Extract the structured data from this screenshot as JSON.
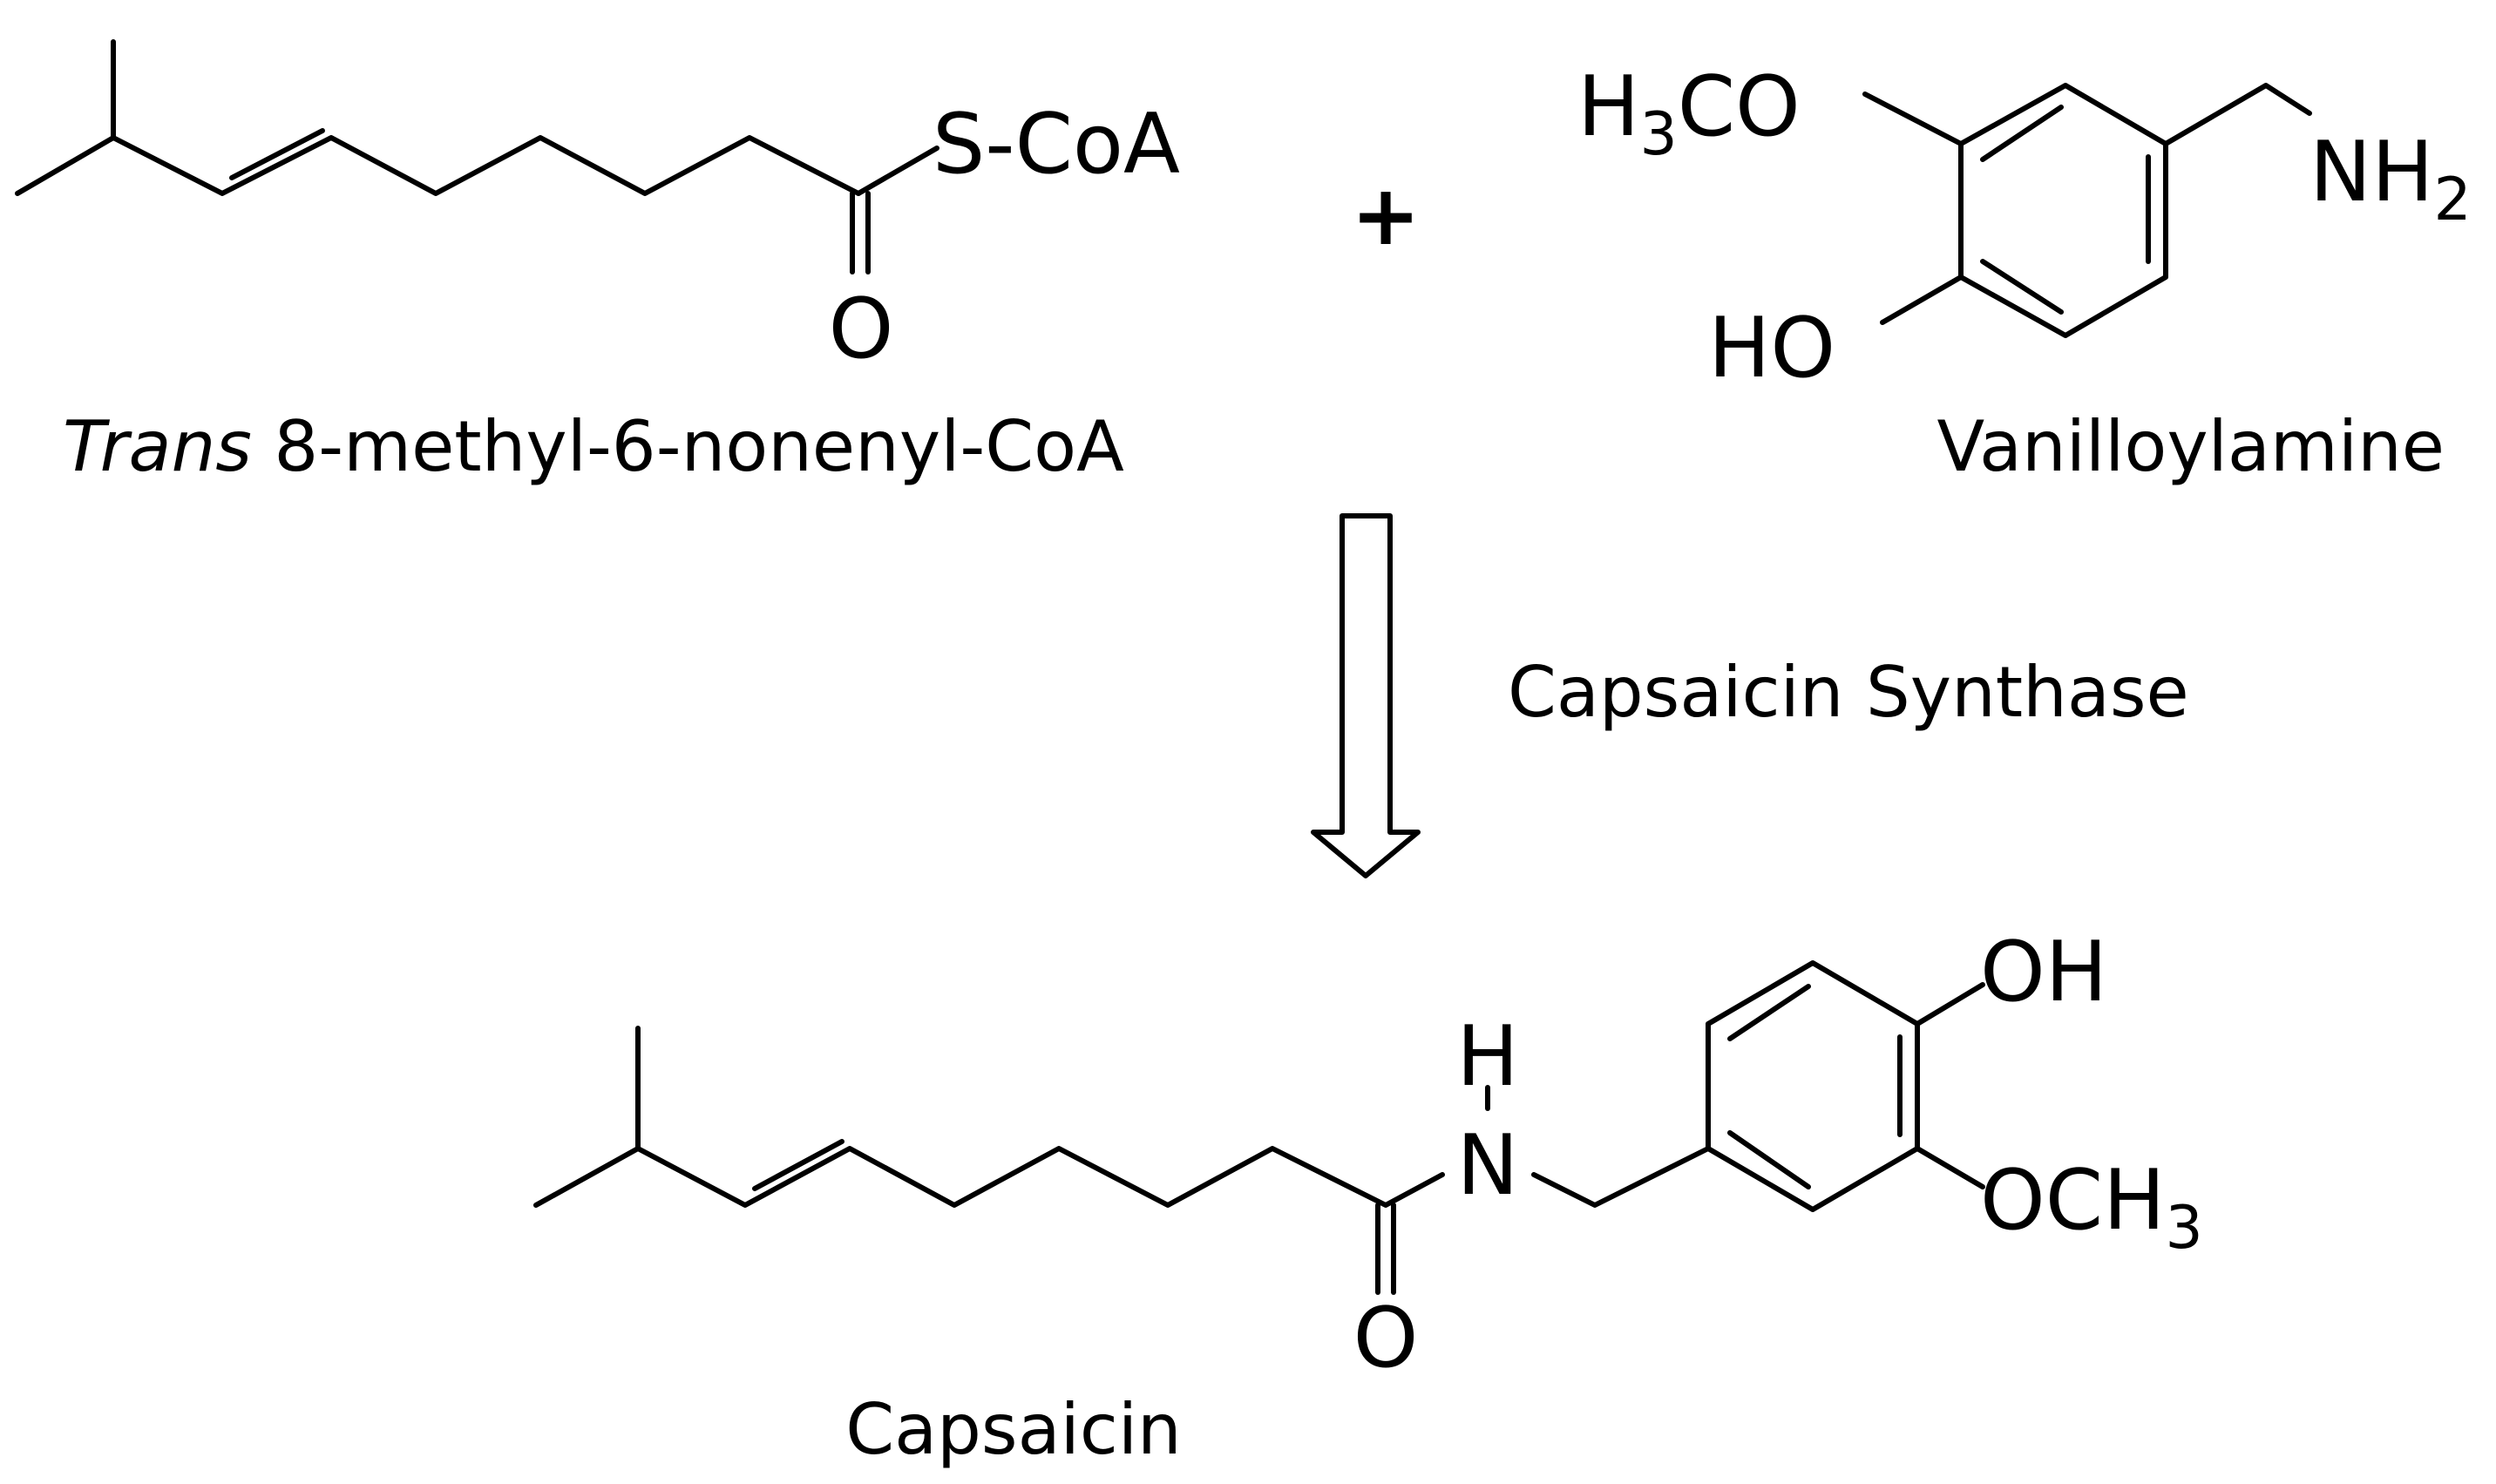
{
  "reactant1": {
    "thioester_group": "S-CoA",
    "carbonyl_oxygen": "O",
    "name_italic": "Trans",
    "name_rest": " 8-methyl-6-nonenyl-CoA"
  },
  "plus_sign": "+",
  "reactant2": {
    "methoxy": {
      "prefix": "H",
      "sub": "3",
      "suffix": "CO"
    },
    "amine": {
      "prefix": "NH",
      "sub": "2"
    },
    "hydroxyl": "HO",
    "name": "Vanilloylamine"
  },
  "enzyme": "Capsaicin Synthase",
  "product": {
    "amide_h": "H",
    "amide_n": "N",
    "carbonyl_oxygen": "O",
    "hydroxyl": "OH",
    "methoxy": {
      "prefix": "OCH",
      "sub": "3"
    },
    "name": "Capsaicin"
  },
  "colors": {
    "ink": "#000000",
    "background": "#ffffff"
  }
}
